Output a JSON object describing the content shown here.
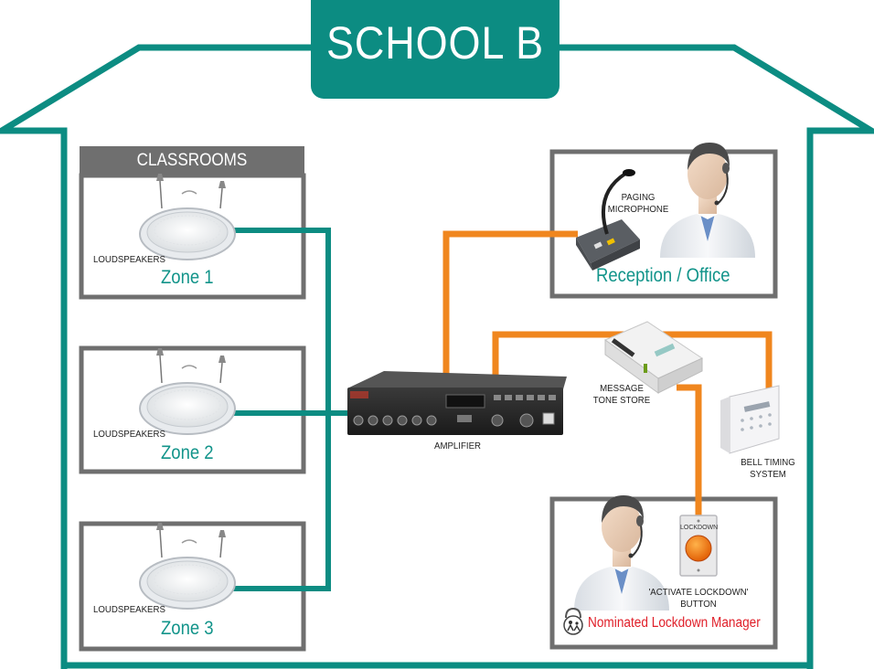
{
  "title": "SCHOOL B",
  "classrooms": {
    "header": "CLASSROOMS",
    "zones": [
      {
        "speaker_label": "LOUDSPEAKERS",
        "zone_label": "Zone 1"
      },
      {
        "speaker_label": "LOUDSPEAKERS",
        "zone_label": "Zone 2"
      },
      {
        "speaker_label": "LOUDSPEAKERS",
        "zone_label": "Zone 3"
      }
    ]
  },
  "amplifier": {
    "label": "AMPLIFIER"
  },
  "reception": {
    "microphone_label_line1": "PAGING",
    "microphone_label_line2": "MICROPHONE",
    "area_label": "Reception / Office"
  },
  "message_store": {
    "label_line1": "MESSAGE",
    "label_line2": "TONE STORE"
  },
  "bell_system": {
    "label_line1": "BELL TIMING",
    "label_line2": "SYSTEM"
  },
  "lockdown": {
    "button_text": "LOCKDOWN",
    "button_label_line1": "'ACTIVATE LOCKDOWN'",
    "button_label_line2": "BUTTON",
    "manager_label": "Nominated Lockdown Manager"
  },
  "colors": {
    "teal": "#0c8c82",
    "zone_text": "#12948a",
    "orange": "#f0861e",
    "box_border": "#707070",
    "lockdown_red": "#e0202a"
  }
}
